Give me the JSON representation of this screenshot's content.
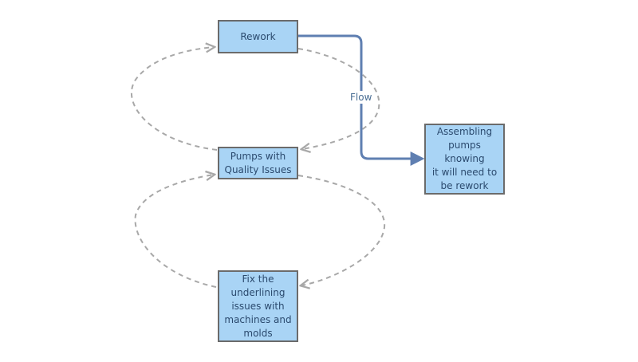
{
  "diagram": {
    "nodes": {
      "rework": "Rework",
      "pumps": "Pumps with\nQuality Issues",
      "fix": "Fix the\nunderlining\nissues with\nmachines and\nmolds",
      "assemble": "Assembling\npumps knowing\nit will need to\nbe rework"
    },
    "edges": {
      "main_label": "Flow"
    }
  },
  "colors": {
    "node_fill": "#a9d4f5",
    "node_border": "#6b6b6b",
    "node_text": "#2b4a6e",
    "main_edge": "#5f7fb1",
    "loop_edge": "#a8a8a8"
  }
}
